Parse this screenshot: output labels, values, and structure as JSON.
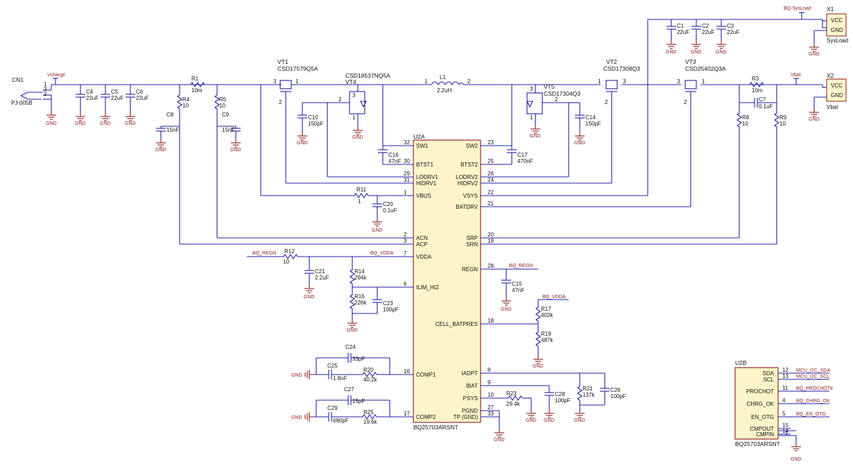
{
  "ic_u2a": {
    "ref": "U2A",
    "part": "BQ25703ARSNT",
    "left_pins": [
      {
        "name": "SW1",
        "num": "32"
      },
      {
        "name": "BTST1",
        "num": "30"
      },
      {
        "name": "LODRV1",
        "num": "29"
      },
      {
        "name": "HIDRV1",
        "num": "31"
      },
      {
        "name": "VBUS",
        "num": "1"
      },
      {
        "name": "ACN",
        "num": "2"
      },
      {
        "name": "ACP",
        "num": "3"
      },
      {
        "name": "VDDA",
        "num": "7"
      },
      {
        "name": "ILIM_HIZ",
        "num": "6"
      },
      {
        "name": "COMP1",
        "num": "16"
      },
      {
        "name": "COMP2",
        "num": "17"
      }
    ],
    "right_pins": [
      {
        "name": "SW2",
        "num": "23"
      },
      {
        "name": "BTST2",
        "num": "25"
      },
      {
        "name": "LODRV2",
        "num": "26"
      },
      {
        "name": "HIDRV2",
        "num": "24"
      },
      {
        "name": "VSYS",
        "num": "22"
      },
      {
        "name": "BATDRV",
        "num": "21"
      },
      {
        "name": "SRP",
        "num": "20"
      },
      {
        "name": "SRN",
        "num": "19"
      },
      {
        "name": "REGN",
        "num": "28"
      },
      {
        "name": "CELL_BATPRES",
        "num": "18"
      },
      {
        "name": "IADPT",
        "num": "8"
      },
      {
        "name": "IBAT",
        "num": "9"
      },
      {
        "name": "PSYS",
        "num": "10"
      },
      {
        "name": "PGND",
        "num": "27"
      },
      {
        "name": "TP (GND)",
        "num": "33"
      }
    ]
  },
  "ic_u2b": {
    "ref": "U2B",
    "part": "BQ25703ARSNT",
    "pins": [
      {
        "name": "SDA",
        "num": "12",
        "net": "MCU_I2C_SDA"
      },
      {
        "name": "SCL",
        "num": "13",
        "net": "MCU_I2C_SCL"
      },
      {
        "name": "PROCHOT",
        "num": "11",
        "net": "BQ_PROCHOT#"
      },
      {
        "name": "CHRG_OK",
        "num": "4",
        "net": "BQ_CHRG_OK"
      },
      {
        "name": "EN_OTG",
        "num": "5",
        "net": "BQ_EN_OTG"
      },
      {
        "name": "CMPOUT",
        "num": "15",
        "net": ""
      },
      {
        "name": "CMPIN",
        "num": "14",
        "net": ""
      }
    ]
  },
  "connectors": {
    "cn1": {
      "ref": "CN1",
      "part": "PJ-005B",
      "pins": [
        "1",
        "3",
        "2"
      ],
      "gnd": "GND"
    },
    "x1": {
      "ref": "X1",
      "part": "SysLoad",
      "pins": [
        "VCC",
        "GND"
      ],
      "net": "BQ-SysLoad",
      "gnd": "GND"
    },
    "x2": {
      "ref": "X2",
      "part": "Vbat",
      "pins": [
        "VCC",
        "GND"
      ],
      "net": "Vbat",
      "gnd": "GND"
    }
  },
  "nets": {
    "vcharge": "Vcharge",
    "gnd": "GND",
    "bq_regn": "BQ_REGN",
    "bq_vdda": "BQ_VDDA"
  },
  "transistors": [
    {
      "ref": "VT1",
      "part": "CSD17579Q5A",
      "pins": [
        "3",
        "1",
        "2"
      ]
    },
    {
      "ref": "VT4",
      "part": "CSD18537NQ5A",
      "pins": [
        "3",
        "2",
        "1"
      ]
    },
    {
      "ref": "VT5",
      "part": "CSD17304Q3",
      "pins": [
        "3",
        "2",
        "1"
      ]
    },
    {
      "ref": "VT2",
      "part": "CSD17308Q3",
      "pins": [
        "1",
        "3",
        "2"
      ]
    },
    {
      "ref": "VT3",
      "part": "CSD25402Q3A",
      "pins": [
        "3",
        "1",
        "2"
      ]
    }
  ],
  "inductor": {
    "ref": "L1",
    "value": "2.2uH",
    "pins": [
      "1",
      "2"
    ]
  },
  "resistors": [
    {
      "ref": "R1",
      "value": "10m"
    },
    {
      "ref": "R3",
      "value": "10m"
    },
    {
      "ref": "R4",
      "value": "10"
    },
    {
      "ref": "R5",
      "value": "10"
    },
    {
      "ref": "R8",
      "value": "10"
    },
    {
      "ref": "R9",
      "value": "10"
    },
    {
      "ref": "R11",
      "value": "1"
    },
    {
      "ref": "R12",
      "value": "10"
    },
    {
      "ref": "R14",
      "value": "294k"
    },
    {
      "ref": "R16",
      "value": "226k"
    },
    {
      "ref": "R17",
      "value": "402k"
    },
    {
      "ref": "R19",
      "value": "487k"
    },
    {
      "ref": "R20",
      "value": "40.2k"
    },
    {
      "ref": "R21",
      "value": "137k"
    },
    {
      "ref": "R23",
      "value": "29.4k"
    },
    {
      "ref": "R25",
      "value": "19.6k"
    }
  ],
  "capacitors": [
    {
      "ref": "C1",
      "value": "22uF"
    },
    {
      "ref": "C2",
      "value": "22uF"
    },
    {
      "ref": "C3",
      "value": "22uF"
    },
    {
      "ref": "C4",
      "value": "22uF"
    },
    {
      "ref": "C5",
      "value": "22uF"
    },
    {
      "ref": "C6",
      "value": "22uF"
    },
    {
      "ref": "C7",
      "value": "0.1uF"
    },
    {
      "ref": "C8",
      "value": "15nF"
    },
    {
      "ref": "C9",
      "value": "15nF"
    },
    {
      "ref": "C10",
      "value": "150pF"
    },
    {
      "ref": "C14",
      "value": "150pF"
    },
    {
      "ref": "C15",
      "value": "47nF"
    },
    {
      "ref": "C16",
      "value": "47nF"
    },
    {
      "ref": "C17",
      "value": "470nF"
    },
    {
      "ref": "C20",
      "value": "0.1uF"
    },
    {
      "ref": "C21",
      "value": "2.2uF"
    },
    {
      "ref": "C23",
      "value": "100pF"
    },
    {
      "ref": "C24",
      "value": "33pF"
    },
    {
      "ref": "C25",
      "value": "1.8nF"
    },
    {
      "ref": "C26",
      "value": "100pF"
    },
    {
      "ref": "C27",
      "value": "15pF"
    },
    {
      "ref": "C28",
      "value": "100pF"
    },
    {
      "ref": "C29",
      "value": "680pF"
    }
  ]
}
